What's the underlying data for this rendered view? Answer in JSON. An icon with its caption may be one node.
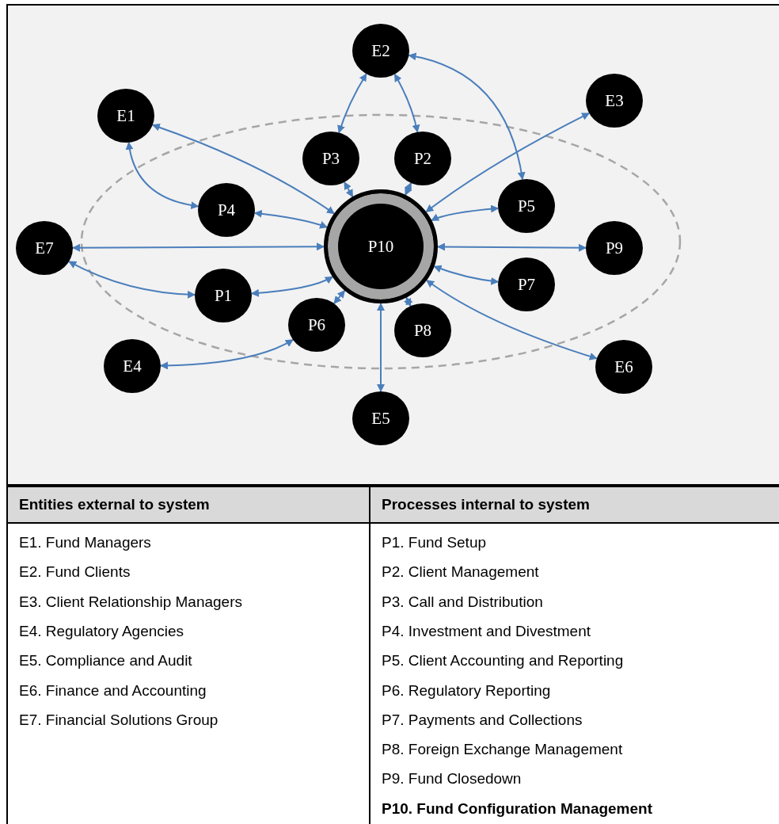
{
  "diagram": {
    "nodes": [
      {
        "text": [
          "E2"
        ]
      },
      {
        "text": [
          "E1"
        ]
      },
      {
        "text": [
          "E3"
        ]
      },
      {
        "text": [
          "P3"
        ]
      },
      {
        "text": [
          "P2"
        ]
      },
      {
        "text": [
          "P4"
        ]
      },
      {
        "text": [
          "P5"
        ]
      },
      {
        "text": [
          "P10"
        ]
      },
      {
        "text": [
          "E7"
        ]
      },
      {
        "text": [
          "P9"
        ]
      },
      {
        "text": [
          "P1"
        ]
      },
      {
        "text": [
          "P7"
        ]
      },
      {
        "text": [
          "P6"
        ]
      },
      {
        "text": [
          "P8"
        ]
      },
      {
        "text": [
          "E4"
        ]
      },
      {
        "text": [
          "E6"
        ]
      },
      {
        "text": [
          "E5"
        ]
      }
    ],
    "edges": [
      {
        "from": 0,
        "to": 3,
        "arrow": "both"
      },
      {
        "from": 0,
        "to": 4,
        "arrow": "both"
      },
      {
        "from": 0,
        "to": 6,
        "arrow": "both"
      },
      {
        "from": 1,
        "to": 7,
        "arrow": "both"
      },
      {
        "from": 1,
        "to": 5,
        "arrow": "both"
      },
      {
        "from": 3,
        "to": 7,
        "arrow": "both"
      },
      {
        "from": 4,
        "to": 7,
        "arrow": "both"
      },
      {
        "from": 2,
        "to": 7,
        "arrow": "both"
      },
      {
        "from": 5,
        "to": 7,
        "arrow": "both"
      },
      {
        "from": 6,
        "to": 7,
        "arrow": "both"
      },
      {
        "from": 8,
        "to": 7,
        "arrow": "both"
      },
      {
        "from": 9,
        "to": 7,
        "arrow": "both"
      },
      {
        "from": 8,
        "to": 10,
        "arrow": "both"
      },
      {
        "from": 10,
        "to": 7,
        "arrow": "both"
      },
      {
        "from": 11,
        "to": 7,
        "arrow": "both"
      },
      {
        "from": 12,
        "to": 7,
        "arrow": "both"
      },
      {
        "from": 13,
        "to": 7,
        "arrow": "both"
      },
      {
        "from": 15,
        "to": 7,
        "arrow": "both"
      },
      {
        "from": 14,
        "to": 12,
        "arrow": "both"
      },
      {
        "from": 16,
        "to": 7,
        "arrow": "both"
      }
    ],
    "labels": [
      "Entities external to system",
      "Processes internal to system",
      "E1. Fund Managers",
      "P1. Fund Setup",
      "E2. Fund Clients",
      "P2. Client Management",
      "E3. Client Relationship Managers",
      "P3. Call and Distribution",
      "E4. Regulatory Agencies",
      "P4. Investment and Divestment",
      "E5. Compliance and Audit",
      "P5. Client Accounting and Reporting",
      "E6. Finance and Accounting",
      "P6. Regulatory Reporting",
      "E7. Financial Solutions Group",
      "P7. Payments and Collections",
      "P8. Foreign Exchange Management",
      "P9. Fund Closedown",
      "P10. Fund Configuration Management"
    ]
  }
}
